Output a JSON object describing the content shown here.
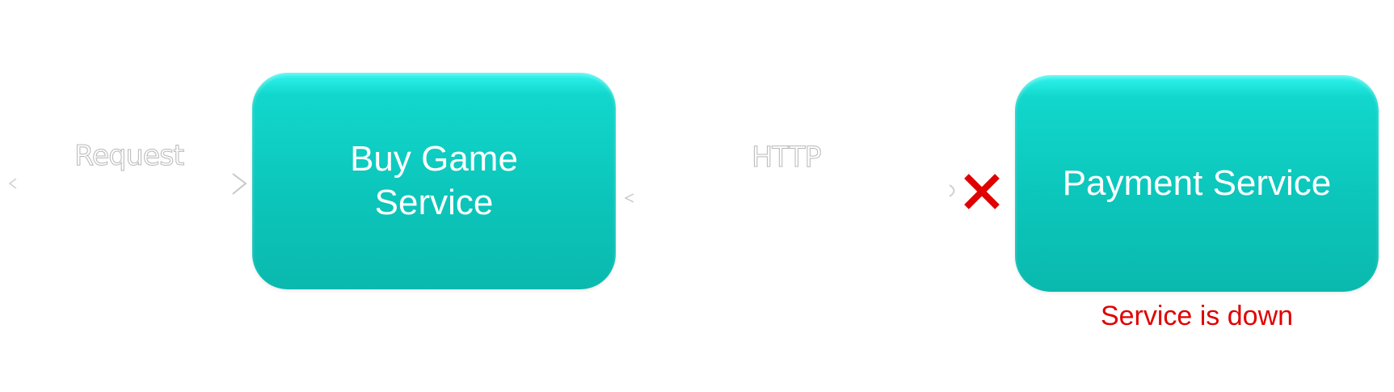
{
  "nodes": {
    "buy_game": {
      "label": "Buy Game\nService"
    },
    "payment": {
      "label": "Payment Service",
      "status": "Service is down"
    }
  },
  "edges": {
    "request": {
      "label": "Request"
    },
    "http": {
      "label": "HTTP"
    }
  },
  "colors": {
    "node_fill": "#0cc6bb",
    "node_text": "#ffffff",
    "status_text": "#e00000",
    "failure_mark": "#e00000",
    "edge_stroke": "#d0d0d0"
  },
  "icons": {
    "failure": "x-mark-icon"
  }
}
